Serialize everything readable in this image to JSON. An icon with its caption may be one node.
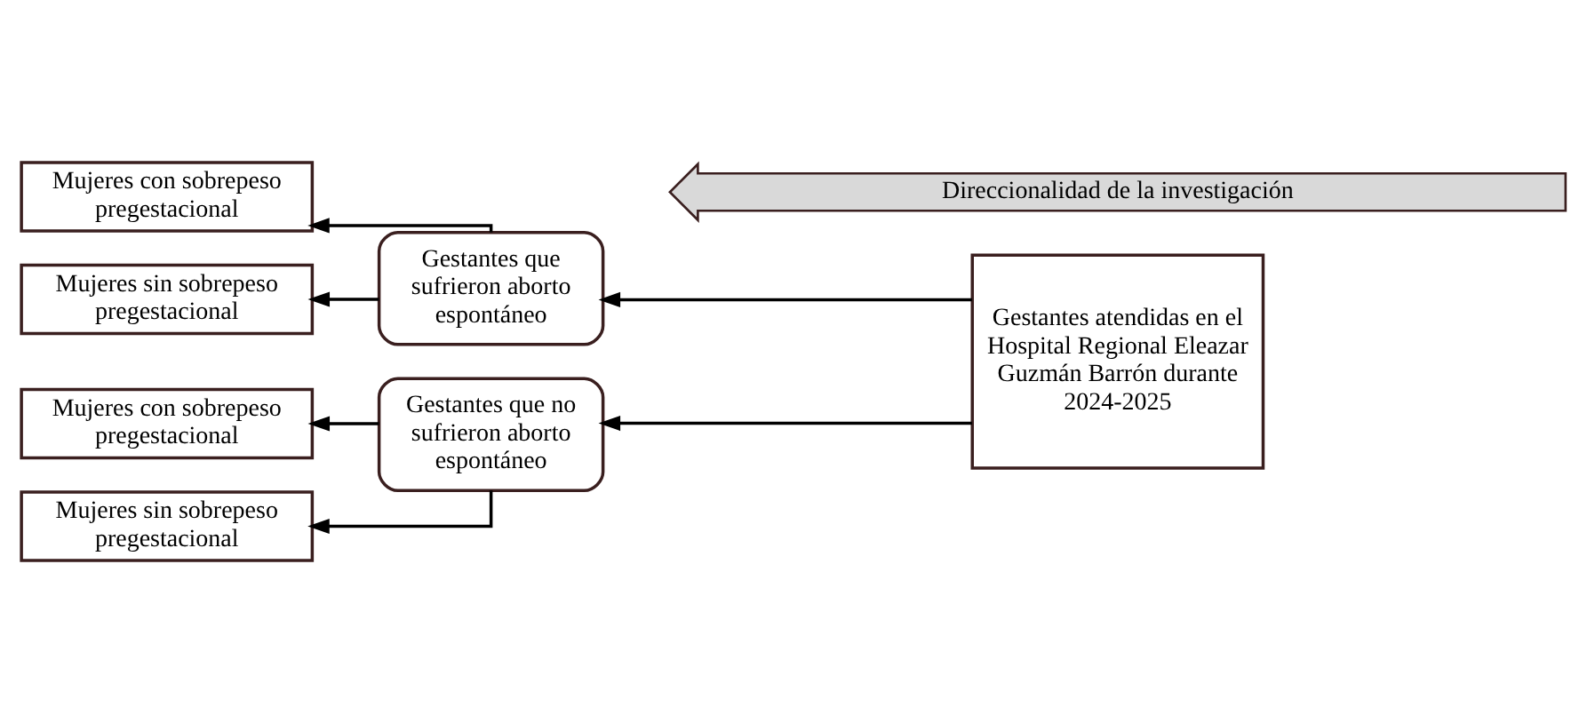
{
  "diagram": {
    "nodes": [
      {
        "text": [
          "Gestantes atendidas en el Hospital Regional Eleazar Guzmán Barrón durante 2024-2025"
        ]
      },
      {
        "text": [
          "Gestantes que sufrieron aborto espontáneo"
        ]
      },
      {
        "text": [
          "Gestantes que no sufrieron aborto espontáneo"
        ]
      },
      {
        "text": [
          "Mujeres con sobrepeso pregestacional"
        ]
      },
      {
        "text": [
          "Mujeres sin sobrepeso pregestacional"
        ]
      },
      {
        "text": [
          "Mujeres con sobrepeso pregestacional"
        ]
      },
      {
        "text": [
          "Mujeres sin sobrepeso pregestacional"
        ]
      },
      {
        "text": [
          "Direccionalidad de la investigación"
        ]
      }
    ],
    "edges": [
      {
        "from": 0,
        "to": 1,
        "arrow": "to"
      },
      {
        "from": 0,
        "to": 2,
        "arrow": "to"
      },
      {
        "from": 1,
        "to": 3,
        "arrow": "to"
      },
      {
        "from": 1,
        "to": 4,
        "arrow": "to"
      },
      {
        "from": 2,
        "to": 5,
        "arrow": "to"
      },
      {
        "from": 2,
        "to": 6,
        "arrow": "to"
      }
    ]
  }
}
